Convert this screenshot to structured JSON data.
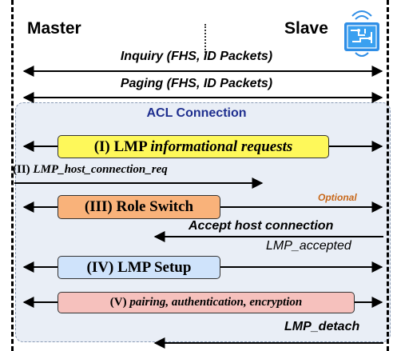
{
  "header": {
    "master_label": "Master",
    "slave_label": "Slave"
  },
  "icons": {
    "slave_device": "circuit-chip-icon"
  },
  "colors": {
    "acl_background": "#e9eef6",
    "acl_title": "#1f2f8f",
    "phase_informational": "#fef85a",
    "phase_role_switch": "#f9b27a",
    "phase_setup": "#cfe3fb",
    "phase_pairing": "#f6c1bd",
    "optional_label": "#c8681a",
    "chip_icon": "#2f8ee6"
  },
  "messages": {
    "inquiry": "Inquiry (FHS, ID Packets)",
    "paging": "Paging (FHS, ID Packets)",
    "host_connection_req_prefix": "(II) ",
    "host_connection_req": "LMP_host_connection_req",
    "accept_host_connection": "Accept host connection",
    "lmp_accepted": "LMP_accepted",
    "lmp_detach": "LMP_detach"
  },
  "acl": {
    "title": "ACL Connection"
  },
  "phases": {
    "informational_prefix": "(I) LMP ",
    "informational_suffix": "informational requests",
    "role_switch": "(III) Role Switch",
    "optional": "Optional",
    "setup": "(IV) LMP Setup",
    "pairing_prefix": "(V) ",
    "pairing_suffix": "pairing, authentication, encryption"
  }
}
